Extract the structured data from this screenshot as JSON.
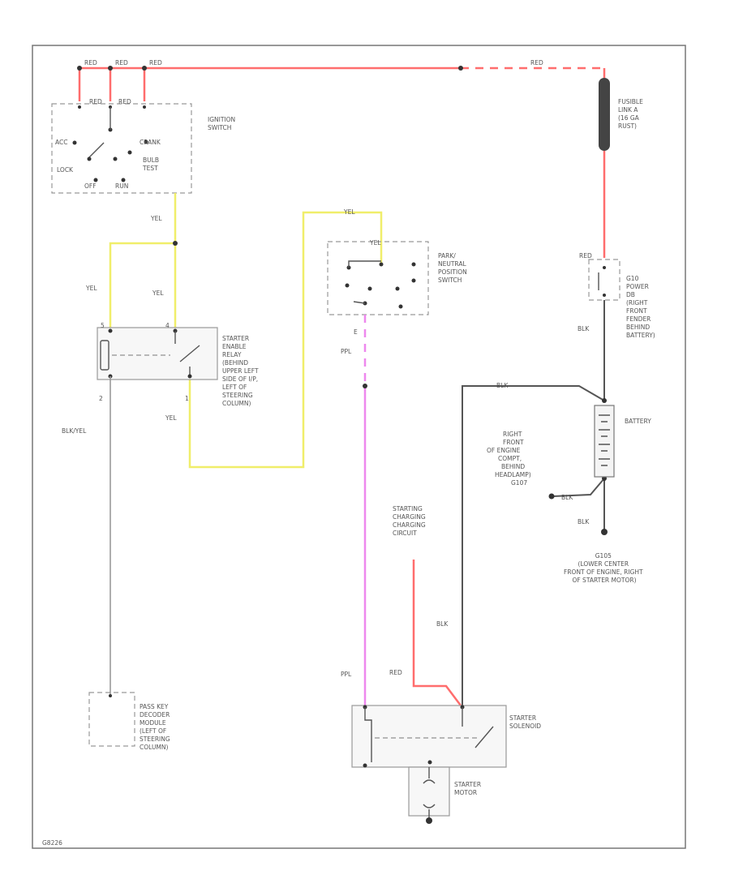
{
  "labels": {
    "wire_red_1": "RED",
    "wire_red_2": "RED",
    "wire_red_3": "RED",
    "wire_red_top": "RED",
    "ign_term_1": "RED",
    "ign_term_2": "RED",
    "ignition_switch": [
      "IGNITION",
      "SWITCH"
    ],
    "ign_acc": "ACC",
    "ign_crank": "CRANK",
    "ign_lock": "LOCK",
    "ign_bulb_test": [
      "BULB",
      "TEST"
    ],
    "ign_off": "OFF",
    "ign_run": "RUN",
    "fusible_link": [
      "FUSIBLE",
      "LINK A",
      "(16 GA",
      "RUST)"
    ],
    "wire_yel_ign": "YEL",
    "wire_yel_top": "YEL",
    "wire_yel_left": "YEL",
    "wire_yel_mid": "YEL",
    "wire_yel_relay": "YEL",
    "pnp_term": "YEL",
    "park_neutral_switch": [
      "PARK/",
      "NEUTRAL",
      "POSITION",
      "SWITCH"
    ],
    "red_power": "RED",
    "power_distribution": [
      "G10",
      "POWER",
      "DB",
      "(RIGHT",
      "FRONT",
      "FENDER",
      "BEHIND",
      "BATTERY)"
    ],
    "relay_pin_5": "5",
    "relay_pin_4": "4",
    "relay_pin_2": "2",
    "relay_pin_1": "1",
    "starter_enable_relay": [
      "STARTER",
      "ENABLE",
      "RELAY",
      "(BEHIND",
      "UPPER LEFT",
      "SIDE OF I/P,",
      "LEFT OF",
      "STEERING",
      "COLUMN)"
    ],
    "pnp_pin_e": "E",
    "wire_ppl_1": "PPL",
    "wire_blk_1": "BLK",
    "wire_blk_2": "BLK",
    "wire_blk_3": "BLK",
    "wire_blk_4": "BLK",
    "wire_blk_yel": "BLK/YEL",
    "battery": "BATTERY",
    "ground_location": [
      "RIGHT",
      "FRONT",
      "OF ENGINE",
      "COMPT,",
      "BEHIND",
      "HEADLAMP)",
      "G107"
    ],
    "starting_circuit": [
      "STARTING",
      "CHARGING",
      "CHARGING",
      "CIRCUIT"
    ],
    "ground_g105": [
      "G105",
      "(LOWER CENTER",
      "FRONT OF ENGINE, RIGHT",
      "OF STARTER MOTOR)"
    ],
    "wire_ppl_2": "PPL",
    "wire_red_sol": "RED",
    "pass_key_module": [
      "PASS KEY",
      "DECODER",
      "MODULE",
      "(LEFT OF",
      "STEERING",
      "COLUMN)"
    ],
    "starter_solenoid": [
      "STARTER",
      "SOLENOID"
    ],
    "starter_motor": [
      "STARTER",
      "MOTOR"
    ],
    "code": "G8226"
  }
}
